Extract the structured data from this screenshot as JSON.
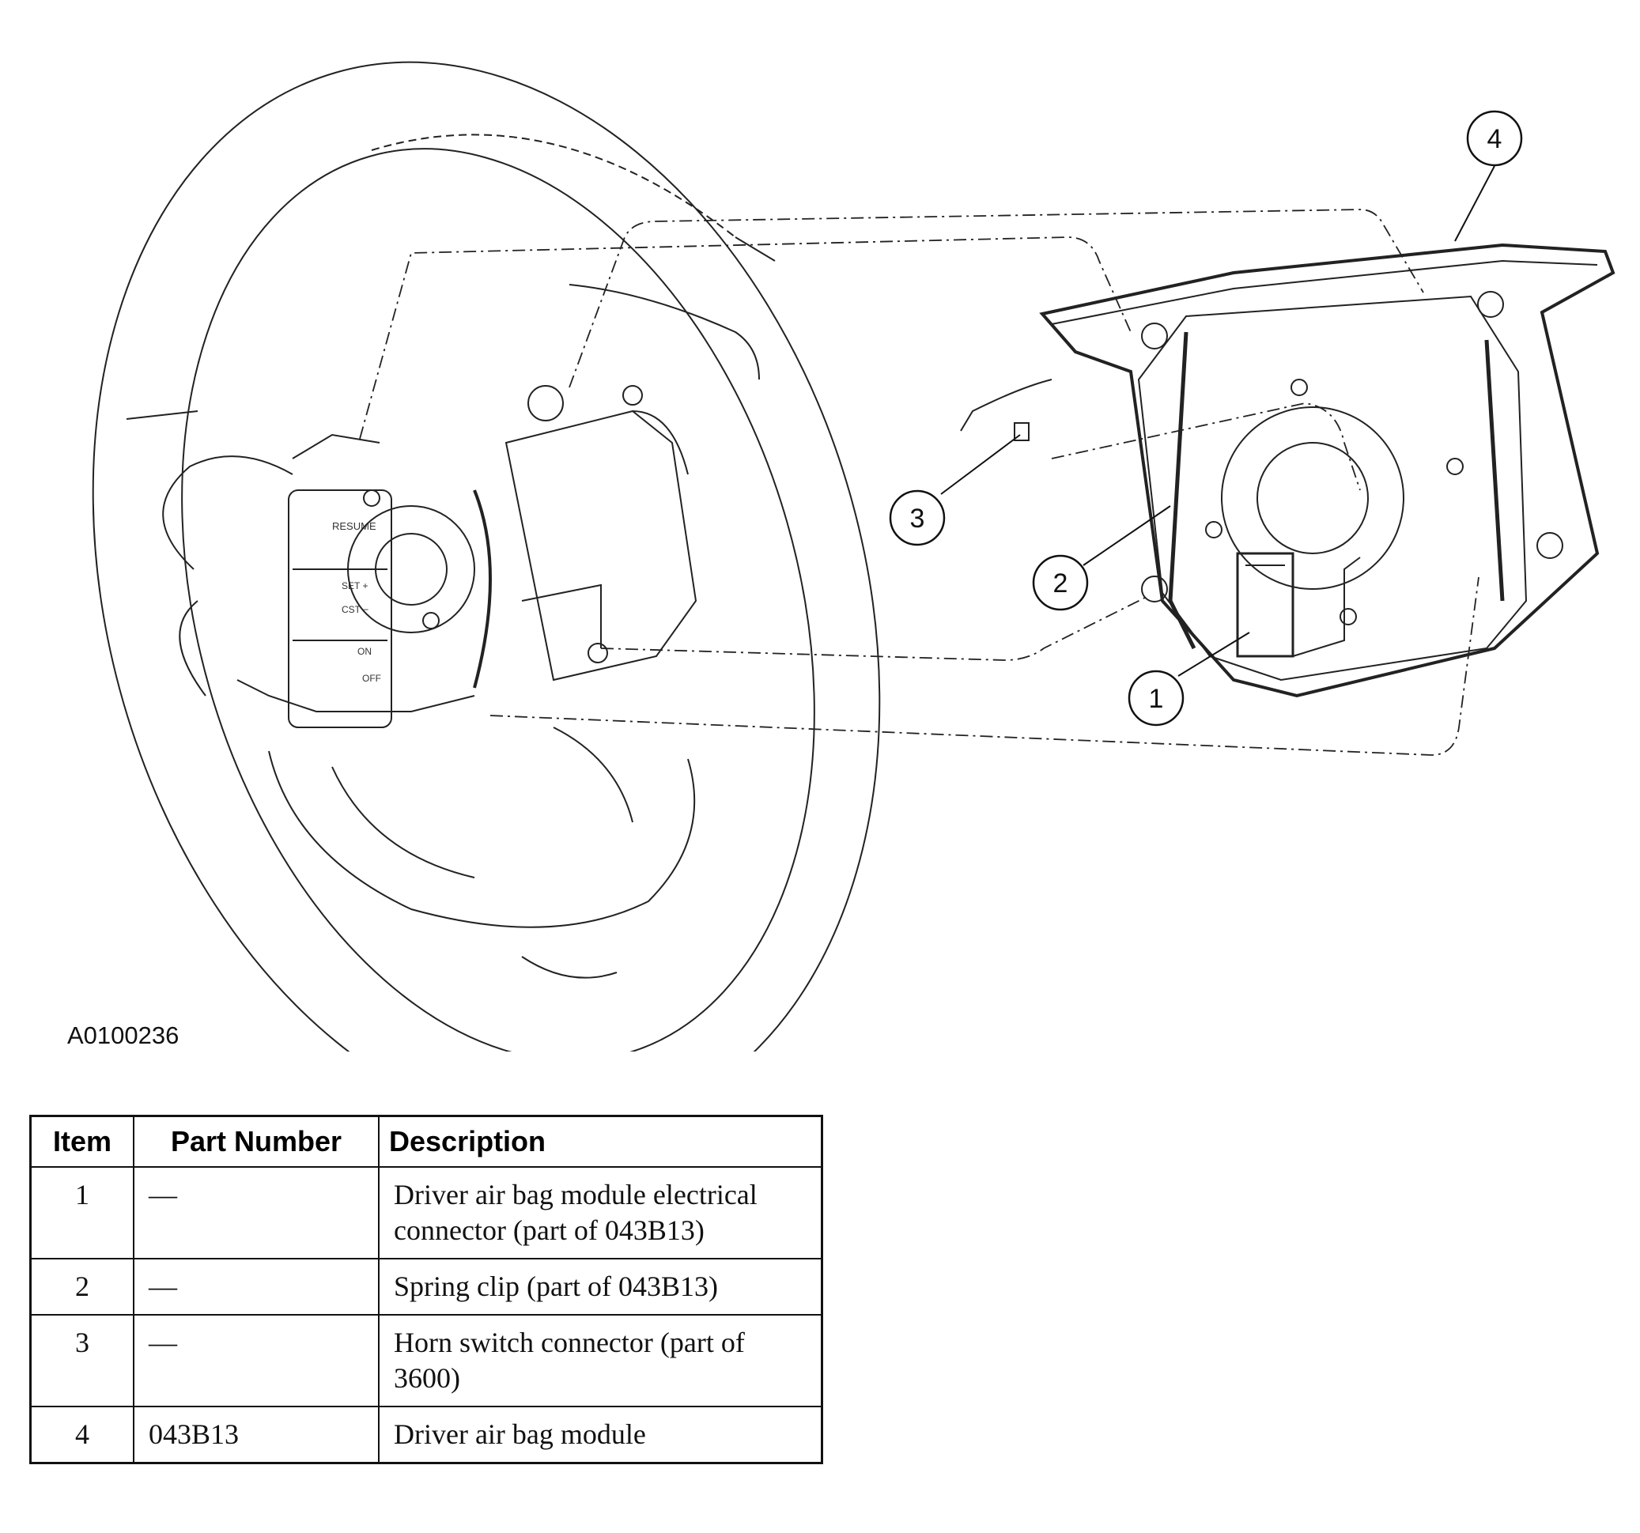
{
  "figure_id": "A0100236",
  "callouts": [
    "1",
    "2",
    "3",
    "4"
  ],
  "table": {
    "headers": [
      "Item",
      "Part Number",
      "Description"
    ],
    "rows": [
      {
        "item": "1",
        "part": "—",
        "description": "Driver air bag module electrical connector (part of 043B13)"
      },
      {
        "item": "2",
        "part": "—",
        "description": "Spring clip (part of 043B13)"
      },
      {
        "item": "3",
        "part": "—",
        "description": "Horn switch connector (part of 3600)"
      },
      {
        "item": "4",
        "part": "043B13",
        "description": "Driver air bag module"
      }
    ]
  },
  "switch_labels": [
    "RESUME",
    "SET +",
    "CST −",
    "ON",
    "OFF"
  ]
}
